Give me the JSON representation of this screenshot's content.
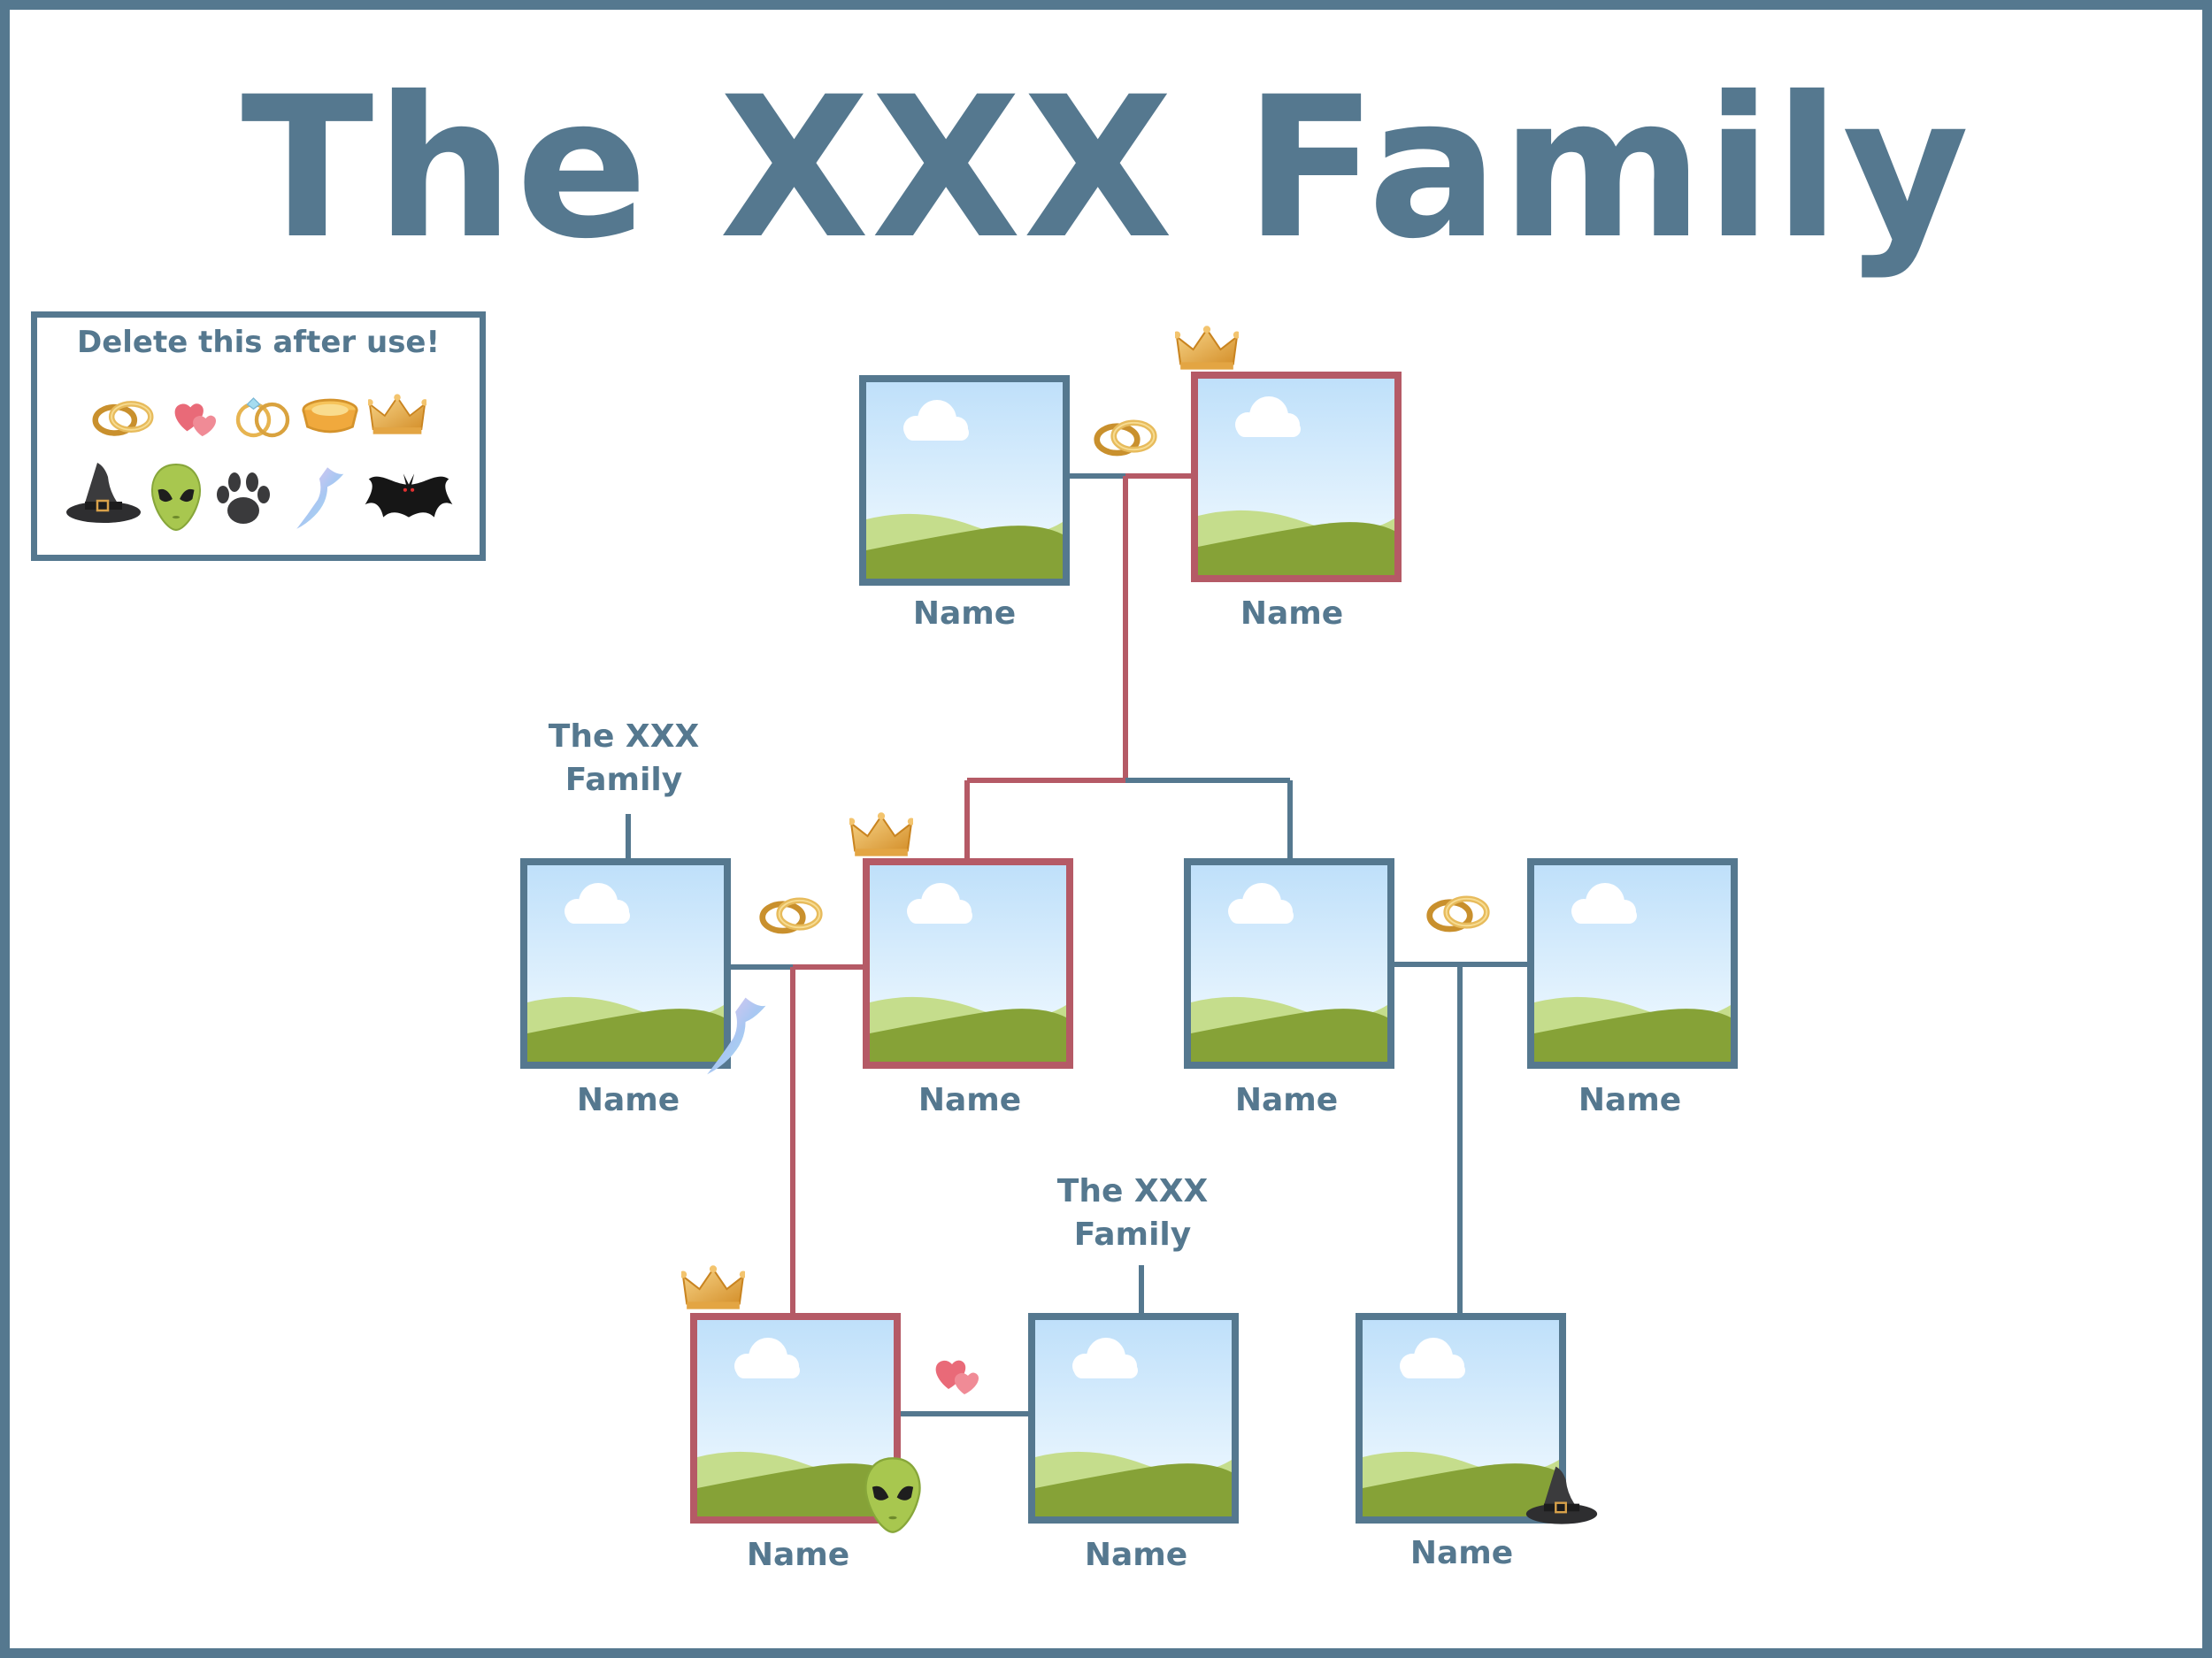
{
  "title": "The XXX Family",
  "sticker_panel": {
    "title": "Delete this after use!",
    "stickers": [
      "wedding-rings-icon",
      "two-hearts-icon",
      "engagement-rings-icon",
      "pet-bowl-icon",
      "crown-icon",
      "witch-hat-icon",
      "alien-icon",
      "paw-print-icon",
      "mermaid-tail-icon",
      "bat-icon"
    ]
  },
  "members": [
    {
      "name": "Name"
    },
    {
      "name": "Name"
    },
    {
      "name": "Name"
    },
    {
      "name": "Name"
    },
    {
      "name": "Name"
    },
    {
      "name": "Name"
    },
    {
      "name": "Name"
    },
    {
      "name": "Name"
    },
    {
      "name": "Name"
    }
  ],
  "family_labels": [
    {
      "line1": "The XXX",
      "line2": "Family"
    },
    {
      "line1": "The XXX",
      "line2": "Family"
    }
  ],
  "colors": {
    "frame": "#55788f",
    "bloodline": "#b55a66",
    "text": "#55788f"
  }
}
